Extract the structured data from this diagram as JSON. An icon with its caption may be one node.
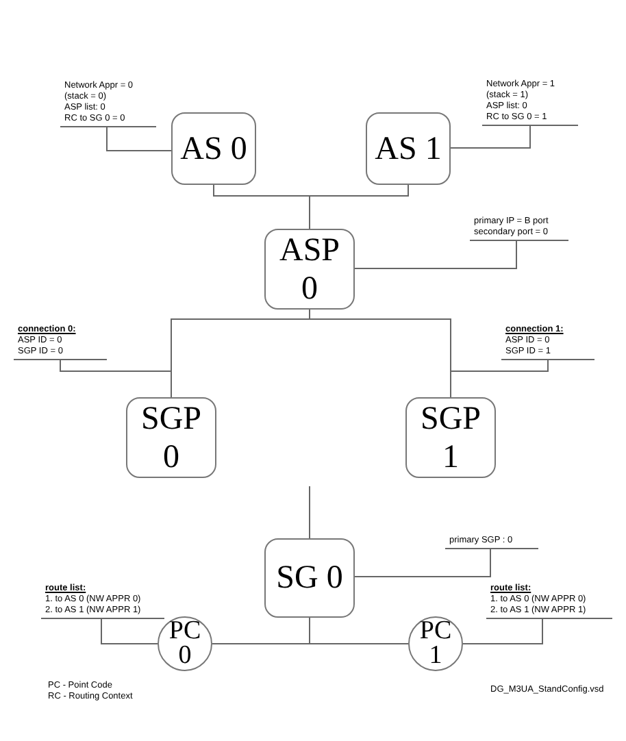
{
  "diagram": {
    "nodes": [
      {
        "text": [
          "AS 0"
        ]
      },
      {
        "text": [
          "AS 1"
        ]
      },
      {
        "text": [
          "ASP 0"
        ]
      },
      {
        "text": [
          "SGP 0"
        ]
      },
      {
        "text": [
          "SGP 1"
        ]
      },
      {
        "text": [
          "SG 0"
        ]
      },
      {
        "text": [
          "PC 0"
        ]
      },
      {
        "text": [
          "PC 1"
        ]
      },
      {
        "text": [
          "Network Appr = 0",
          "(stack = 0)",
          "ASP list: 0",
          "RC to SG 0 = 0"
        ]
      },
      {
        "text": [
          "Network Appr = 1",
          "(stack = 1)",
          "ASP list: 0",
          "RC to SG 0 = 1"
        ]
      },
      {
        "text": [
          "primary IP = B port",
          "secondary port = 0"
        ]
      },
      {
        "text": [
          "connection 0:",
          "ASP ID = 0",
          "SGP ID = 0"
        ]
      },
      {
        "text": [
          "connection 1:",
          "ASP ID = 0",
          "SGP ID = 1"
        ]
      },
      {
        "text": [
          "primary SGP : 0"
        ]
      },
      {
        "text": [
          "route list:",
          "1. to AS 0 (NW APPR 0)",
          "2. to AS 1 (NW APPR 1)"
        ]
      },
      {
        "text": [
          "route list:",
          "1. to AS 0 (NW APPR 0)",
          "2. to AS 1 (NW APPR 1)"
        ]
      }
    ],
    "edges": [
      {
        "from": 0,
        "to": 2,
        "arrow": "none"
      },
      {
        "from": 1,
        "to": 2,
        "arrow": "none"
      },
      {
        "from": 2,
        "to": 3,
        "arrow": "none"
      },
      {
        "from": 2,
        "to": 4,
        "arrow": "none"
      },
      {
        "from": null,
        "to": 5,
        "arrow": "none"
      },
      {
        "from": 5,
        "to": 6,
        "arrow": "none"
      },
      {
        "from": 5,
        "to": 7,
        "arrow": "none"
      },
      {
        "from": 8,
        "to": 0,
        "arrow": "none"
      },
      {
        "from": 9,
        "to": 1,
        "arrow": "none"
      },
      {
        "from": 10,
        "to": 2,
        "arrow": "none"
      },
      {
        "from": 11,
        "to": null,
        "arrow": "none"
      },
      {
        "from": 12,
        "to": null,
        "arrow": "none"
      },
      {
        "from": 13,
        "to": 5,
        "arrow": "none"
      },
      {
        "from": 14,
        "to": 6,
        "arrow": "none"
      },
      {
        "from": 15,
        "to": 7,
        "arrow": "none"
      }
    ],
    "labels": [
      "PC - Point Code",
      "RC - Routing Context",
      "DG_M3UA_StandConfig.vsd"
    ]
  }
}
